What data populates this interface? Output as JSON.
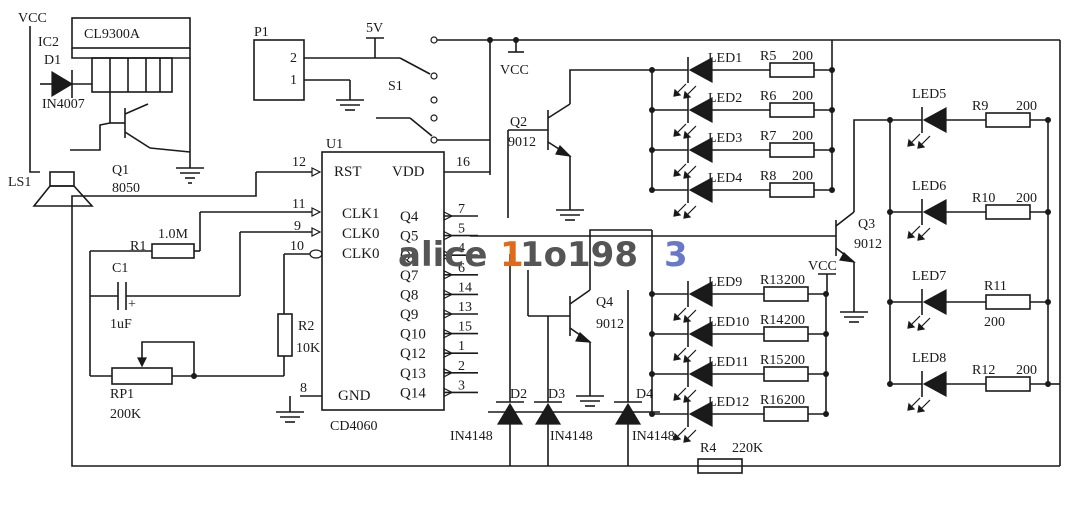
{
  "power": {
    "vcc_top_left": "VCC",
    "ic2": "IC2",
    "five_v": "5V",
    "vcc_rail": "VCC",
    "vcc_mid": "VCC"
  },
  "ic2": {
    "part": "CL9300A"
  },
  "d1": {
    "ref": "D1",
    "part": "IN4007"
  },
  "q1": {
    "ref": "Q1",
    "part": "8050"
  },
  "ls1": {
    "ref": "LS1"
  },
  "p1": {
    "ref": "P1",
    "pin2": "2",
    "pin1": "1"
  },
  "s1": {
    "ref": "S1"
  },
  "u1": {
    "ref": "U1",
    "part": "CD4060",
    "pins_left": [
      {
        "name": "RST",
        "num": "12"
      },
      {
        "name": "CLK1",
        "num": "11"
      },
      {
        "name": "CLK0",
        "num": "9"
      },
      {
        "name": "CLK0",
        "num": "10"
      }
    ],
    "vdd": "VDD",
    "vdd_pin": "16",
    "gnd": "GND",
    "gnd_pin": "8",
    "outputs": [
      {
        "name": "Q4",
        "num": "7"
      },
      {
        "name": "Q5",
        "num": "5"
      },
      {
        "name": "Q6",
        "num": "4"
      },
      {
        "name": "Q7",
        "num": "6"
      },
      {
        "name": "Q8",
        "num": "14"
      },
      {
        "name": "Q9",
        "num": "13"
      },
      {
        "name": "Q10",
        "num": "15"
      },
      {
        "name": "Q12",
        "num": "1"
      },
      {
        "name": "Q13",
        "num": "2"
      },
      {
        "name": "Q14",
        "num": "3"
      }
    ]
  },
  "r1": {
    "ref": "R1",
    "value": "1.0M"
  },
  "c1": {
    "ref": "C1",
    "value": "1uF",
    "plus": "+"
  },
  "r2": {
    "ref": "R2",
    "value": "10K"
  },
  "rp1": {
    "ref": "RP1",
    "value": "200K"
  },
  "q2": {
    "ref": "Q2",
    "part": "9012"
  },
  "q3": {
    "ref": "Q3",
    "part": "9012"
  },
  "q4": {
    "ref": "Q4",
    "part": "9012"
  },
  "diodes": [
    {
      "ref": "D2",
      "part": "IN4148"
    },
    {
      "ref": "D3",
      "part": "IN4148"
    },
    {
      "ref": "D4",
      "part": "IN4148"
    }
  ],
  "r4": {
    "ref": "R4",
    "value": "220K"
  },
  "group_a": [
    {
      "led": "LED1",
      "r": "R5",
      "v": "200"
    },
    {
      "led": "LED2",
      "r": "R6",
      "v": "200"
    },
    {
      "led": "LED3",
      "r": "R7",
      "v": "200"
    },
    {
      "led": "LED4",
      "r": "R8",
      "v": "200"
    }
  ],
  "group_b": [
    {
      "led": "LED9",
      "r": "R13",
      "v": "200"
    },
    {
      "led": "LED10",
      "r": "R14",
      "v": "200"
    },
    {
      "led": "LED11",
      "r": "R15",
      "v": "200"
    },
    {
      "led": "LED12",
      "r": "R16",
      "v": "200"
    }
  ],
  "group_c": [
    {
      "led": "LED5",
      "r": "R9",
      "v": "200"
    },
    {
      "led": "LED6",
      "r": "R10",
      "v": "200"
    },
    {
      "led": "LED7",
      "r": "R11",
      "v": "200"
    },
    {
      "led": "LED8",
      "r": "R12",
      "v": "200"
    }
  ],
  "watermark": {
    "p1": "alice",
    "p2": "1",
    "p3": "1o198",
    "p4": "3"
  }
}
